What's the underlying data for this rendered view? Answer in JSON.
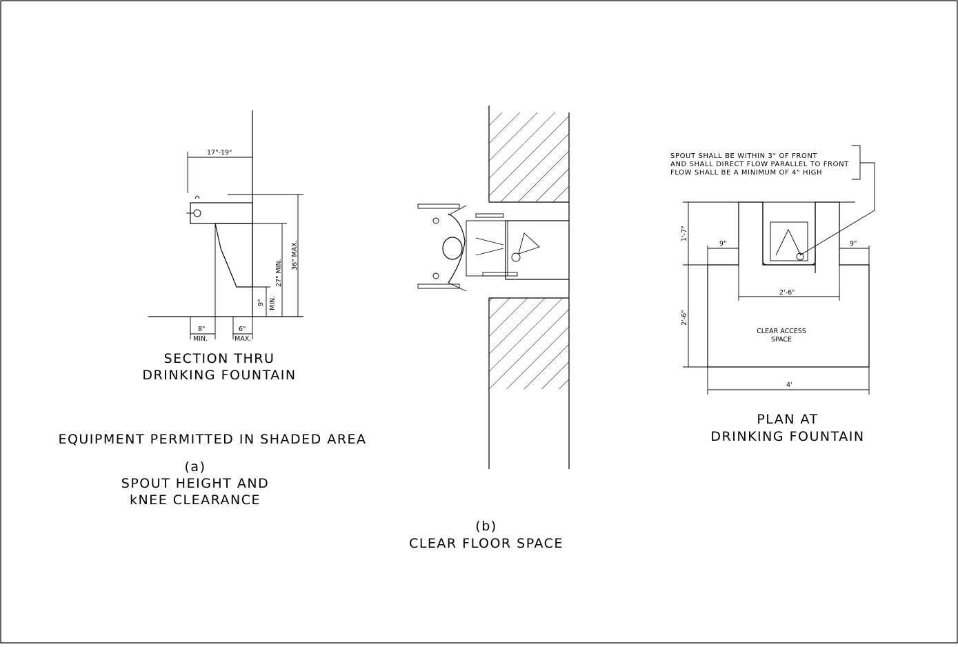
{
  "section": {
    "dim_width": "17\"-19\"",
    "dim_toe": "8\"",
    "dim_toe_note": "MIN.",
    "dim_apron": "6\"",
    "dim_apron_note": "MAX.",
    "dim_knee_low": "9\"",
    "dim_knee_low_note": "MIN.",
    "dim_knee": "27\" MIN.",
    "dim_spout": "36\" MAX.",
    "title_1": "SECTION THRU",
    "title_2": "DRINKING FOUNTAIN"
  },
  "notes": {
    "equipment": "EQUIPMENT PERMITTED IN SHADED AREA",
    "label_a": "(a)",
    "caption_a_1": "SPOUT HEIGHT AND",
    "caption_a_2": "kNEE CLEARANCE",
    "label_b": "(b)",
    "caption_b": "CLEAR FLOOR SPACE"
  },
  "plan": {
    "note_1": "SPOUT SHALL BE WITHIN 3\" OF FRONT",
    "note_2": "AND SHALL DIRECT FLOW PARALLEL TO FRONT",
    "note_3": "FLOW SHALL BE A MINIMUM OF 4\" HIGH",
    "dim_left": "9\"",
    "dim_right": "9\"",
    "dim_depth": "1'-7\"",
    "dim_width": "2'-6\"",
    "dim_height": "2'-6\"",
    "dim_total": "4'",
    "area_1": "CLEAR ACCESS",
    "area_2": "SPACE",
    "title_1": "PLAN AT",
    "title_2": "DRINKING FOUNTAIN"
  }
}
